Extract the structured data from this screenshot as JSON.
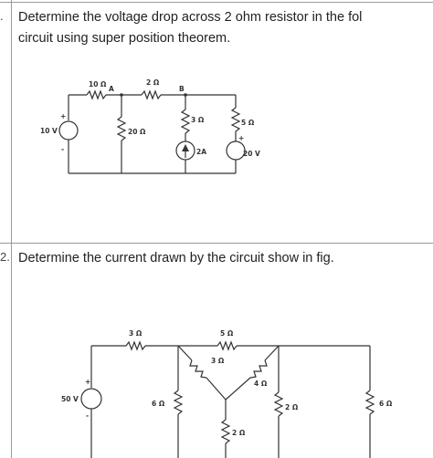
{
  "q1": {
    "number": ".",
    "line1": "Determine the voltage drop across 2 ohm resistor in the fol",
    "line2": "circuit  using super position theorem.",
    "circuit": {
      "r10": "10 Ω",
      "r2": "2 Ω",
      "node_a": "A",
      "node_b": "B",
      "r20": "20 Ω",
      "r3": "3 Ω",
      "r5": "5 Ω",
      "v10": "10 V",
      "plus1": "+",
      "minus1": "-",
      "i2a": "2A",
      "v20": "20 V",
      "plus2": "+"
    }
  },
  "q2": {
    "number": "2.",
    "line1": "Determine the current drawn by the circuit show in fig.",
    "circuit": {
      "r3top": "3 Ω",
      "r5top": "5 Ω",
      "r3mid": "3 Ω",
      "r4": "4 Ω",
      "v50": "50 V",
      "r6left": "6 Ω",
      "r2right": "2 Ω",
      "r2bottom": "2 Ω",
      "r6right": "6 Ω"
    }
  }
}
